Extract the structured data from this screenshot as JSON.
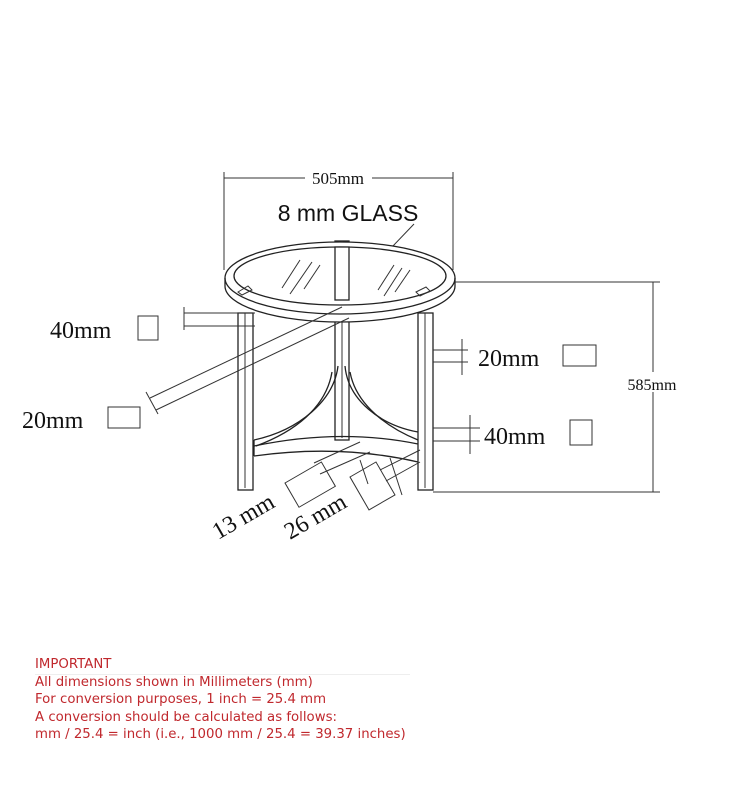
{
  "drawing": {
    "width_label": "505mm",
    "glass_label": "8 mm GLASS",
    "height_label": "585mm",
    "top_frame_label": "40mm",
    "diagonal_label": "20mm",
    "leg_label": "20mm",
    "lower_frame_label": "40mm",
    "shelf_thin_label": "13 mm",
    "shelf_thick_label": "26 mm"
  },
  "notes": {
    "heading": "IMPORTANT",
    "lines": [
      "All dimensions shown in Millimeters (mm)",
      "For conversion purposes, 1 inch = 25.4 mm",
      "A conversion should be calculated as follows:",
      "mm / 25.4 = inch (i.e., 1000 mm / 25.4 = 39.37 inches)"
    ]
  },
  "colors": {
    "note_text": "#c0282d",
    "line": "#222222"
  }
}
